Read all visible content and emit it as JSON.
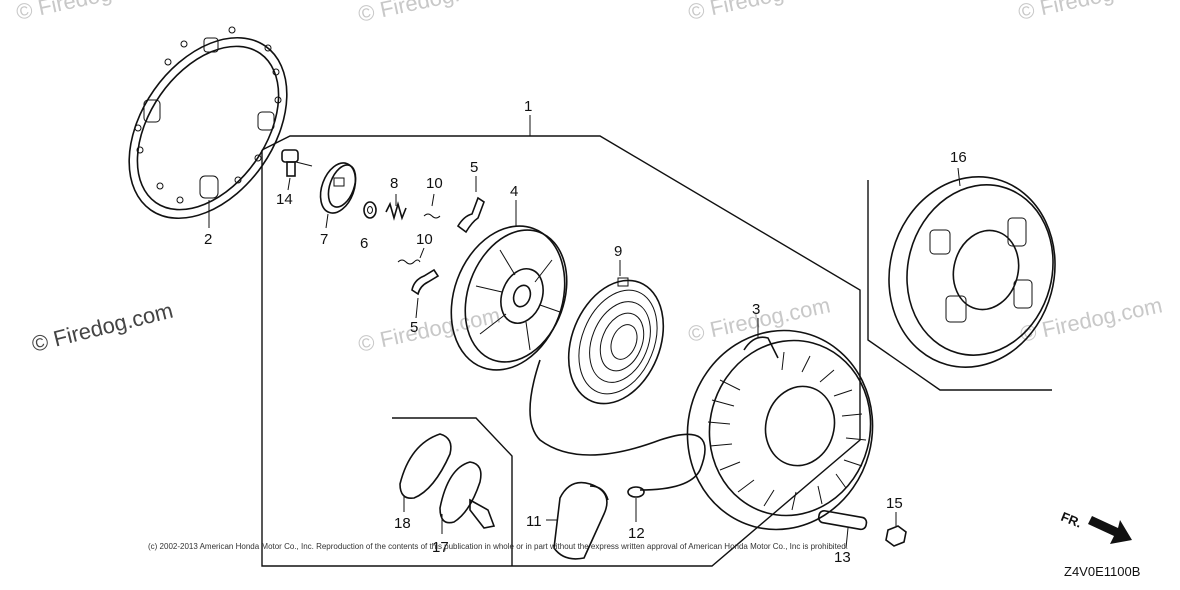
{
  "watermark": {
    "small": "© Firedog.com",
    "main": "© Firedog.com"
  },
  "labels": {
    "p1": "1",
    "p2": "2",
    "p3": "3",
    "p4": "4",
    "p5a": "5",
    "p5b": "5",
    "p6": "6",
    "p7": "7",
    "p8": "8",
    "p9": "9",
    "p10a": "10",
    "p10b": "10",
    "p11": "11",
    "p12": "12",
    "p13": "13",
    "p14": "14",
    "p15": "15",
    "p16": "16",
    "p17": "17",
    "p18": "18"
  },
  "copyright": "(c) 2002-2013 American Honda Motor Co., Inc. Reproduction of the contents of this publication in whole or in part without the express written approval of American Honda Motor Co., Inc is prohibited.",
  "diagram_code": "Z4V0E1100B",
  "direction_label": "FR."
}
